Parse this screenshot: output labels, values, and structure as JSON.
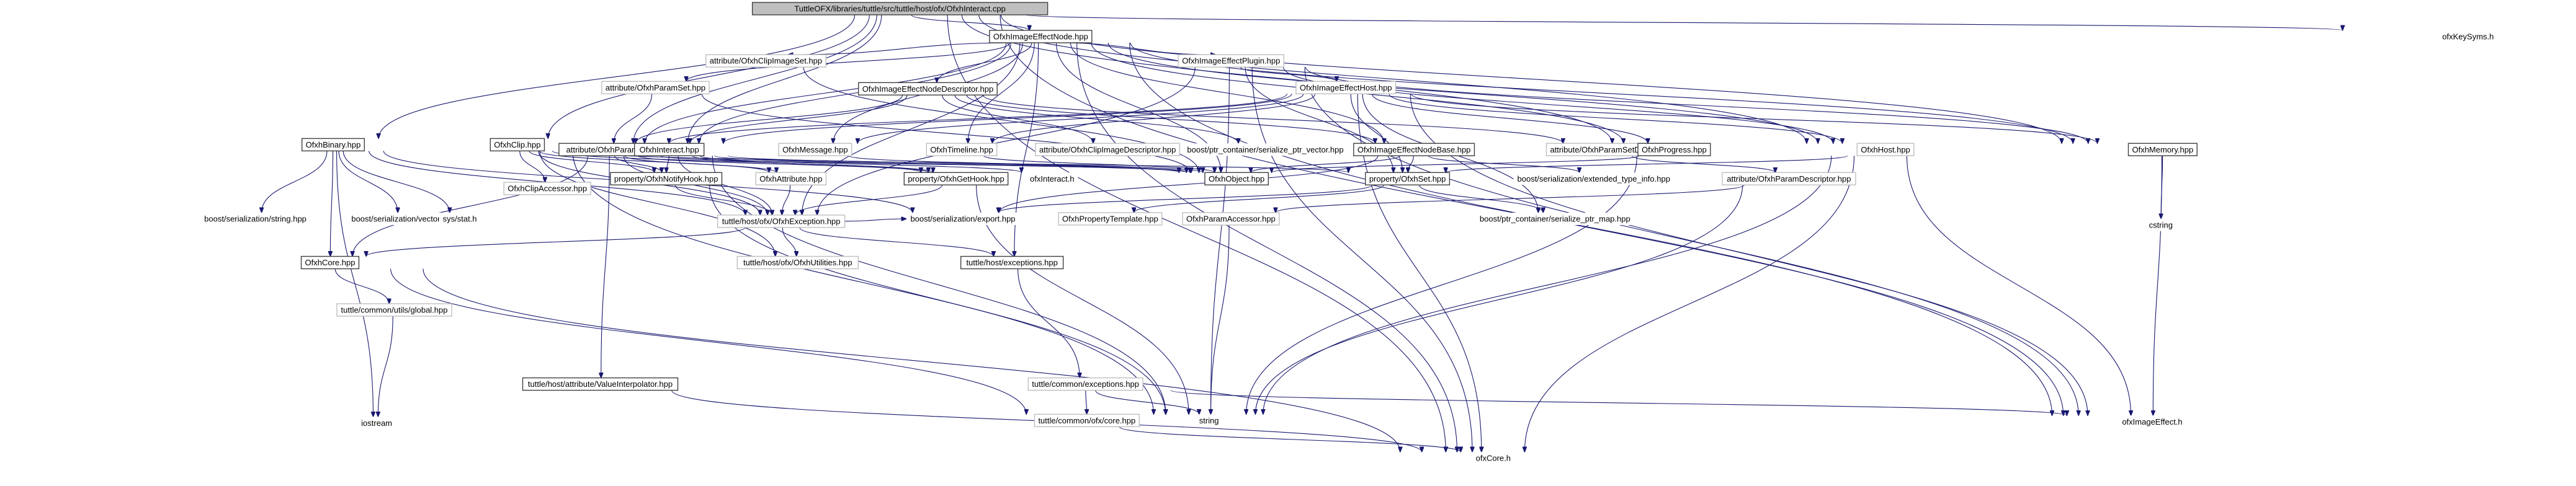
{
  "nodes": {
    "root": {
      "label": "TuttleOFX/libraries/tuttle/src/tuttle/host/ofx/OfxhInteract.cpp",
      "color": "#000000",
      "kind": "root"
    },
    "image_effect_node": {
      "label": "OfxhImageEffectNode.hpp",
      "color": "#000000",
      "kind": "normal"
    },
    "ofx_key_syms": {
      "label": "ofxKeySyms.h",
      "color": "#555555",
      "kind": "plain"
    },
    "clip_image_set": {
      "label": "attribute/OfxhClipImageSet.hpp",
      "color": "#ff0000",
      "kind": "missing"
    },
    "image_effect_plugin": {
      "label": "OfxhImageEffectPlugin.hpp",
      "color": "#ff0000",
      "kind": "missing"
    },
    "param_set": {
      "label": "attribute/OfxhParamSet.hpp",
      "color": "#ff0000",
      "kind": "missing"
    },
    "node_descriptor": {
      "label": "OfxhImageEffectNodeDescriptor.hpp",
      "color": "#000000",
      "kind": "normal"
    },
    "image_effect_host": {
      "label": "OfxhImageEffectHost.hpp",
      "color": "#ff0000",
      "kind": "missing"
    },
    "ofxh_binary": {
      "label": "OfxhBinary.hpp",
      "color": "#000000",
      "kind": "normal"
    },
    "ofxh_clip": {
      "label": "OfxhClip.hpp",
      "color": "#000000",
      "kind": "normal"
    },
    "ofxh_param": {
      "label": "attribute/OfxhParam.hpp",
      "color": "#000000",
      "kind": "normal"
    },
    "ofxh_interact": {
      "label": "OfxhInteract.hpp",
      "color": "#000000",
      "kind": "normal"
    },
    "ofxh_message": {
      "label": "OfxhMessage.hpp",
      "color": "#ff0000",
      "kind": "missing"
    },
    "ofxh_timeline": {
      "label": "OfxhTimeline.hpp",
      "color": "#ff0000",
      "kind": "missing"
    },
    "clip_image_descriptor": {
      "label": "attribute/OfxhClipImageDescriptor.hpp",
      "color": "#ff0000",
      "kind": "missing"
    },
    "serialize_ptr_vector": {
      "label": "boost/ptr_container/serialize_ptr_vector.hpp",
      "color": "#555555",
      "kind": "plain"
    },
    "node_base": {
      "label": "OfxhImageEffectNodeBase.hpp",
      "color": "#000000",
      "kind": "normal"
    },
    "param_set_descriptor": {
      "label": "attribute/OfxhParamSetDescriptor.hpp",
      "color": "#ff0000",
      "kind": "missing"
    },
    "ofxh_progress": {
      "label": "OfxhProgress.hpp",
      "color": "#000000",
      "kind": "normal"
    },
    "ofxh_host": {
      "label": "OfxhHost.hpp",
      "color": "#ff0000",
      "kind": "missing"
    },
    "ofxh_memory": {
      "label": "OfxhMemory.hpp",
      "color": "#000000",
      "kind": "normal"
    },
    "cstring": {
      "label": "cstring",
      "color": "#555555",
      "kind": "plain"
    },
    "clip_accessor": {
      "label": "OfxhClipAccessor.hpp",
      "color": "#ff0000",
      "kind": "missing"
    },
    "notify_hook": {
      "label": "property/OfxhNotifyHook.hpp",
      "color": "#000000",
      "kind": "normal"
    },
    "ofxh_attribute": {
      "label": "OfxhAttribute.hpp",
      "color": "#ff0000",
      "kind": "missing"
    },
    "get_hook": {
      "label": "property/OfxhGetHook.hpp",
      "color": "#000000",
      "kind": "normal"
    },
    "ofx_interact_h": {
      "label": "ofxInteract.h",
      "color": "#555555",
      "kind": "plain"
    },
    "ofxh_object": {
      "label": "OfxhObject.hpp",
      "color": "#000000",
      "kind": "normal"
    },
    "ofxh_set": {
      "label": "property/OfxhSet.hpp",
      "color": "#000000",
      "kind": "normal"
    },
    "extended_type_info": {
      "label": "boost/serialization/extended_type_info.hpp",
      "color": "#555555",
      "kind": "plain"
    },
    "param_descriptor": {
      "label": "attribute/OfxhParamDescriptor.hpp",
      "color": "#ff0000",
      "kind": "missing"
    },
    "ser_string": {
      "label": "boost/serialization/string.hpp",
      "color": "#555555",
      "kind": "plain"
    },
    "ser_vector": {
      "label": "boost/serialization/vector.hpp",
      "color": "#555555",
      "kind": "plain"
    },
    "sys_stat": {
      "label": "sys/stat.h",
      "color": "#555555",
      "kind": "plain"
    },
    "ofxh_exception": {
      "label": "tuttle/host/ofx/OfxhException.hpp",
      "color": "#ff0000",
      "kind": "missing"
    },
    "ser_export": {
      "label": "boost/serialization/export.hpp",
      "color": "#555555",
      "kind": "plain"
    },
    "property_template": {
      "label": "OfxhPropertyTemplate.hpp",
      "color": "#ff0000",
      "kind": "missing"
    },
    "param_accessor": {
      "label": "OfxhParamAccessor.hpp",
      "color": "#ff0000",
      "kind": "missing"
    },
    "serialize_ptr_map": {
      "label": "boost/ptr_container/serialize_ptr_map.hpp",
      "color": "#555555",
      "kind": "plain"
    },
    "ofxh_core": {
      "label": "OfxhCore.hpp",
      "color": "#000000",
      "kind": "normal"
    },
    "ofxh_utilities": {
      "label": "tuttle/host/ofx/OfxhUtilities.hpp",
      "color": "#ff0000",
      "kind": "missing"
    },
    "host_exceptions": {
      "label": "tuttle/host/exceptions.hpp",
      "color": "#000000",
      "kind": "normal"
    },
    "utils_global": {
      "label": "tuttle/common/utils/global.hpp",
      "color": "#ff0000",
      "kind": "missing"
    },
    "value_interpolator": {
      "label": "tuttle/host/attribute/ValueInterpolator.hpp",
      "color": "#000000",
      "kind": "normal"
    },
    "common_exceptions": {
      "label": "tuttle/common/exceptions.hpp",
      "color": "#ff0000",
      "kind": "missing"
    },
    "iostream": {
      "label": "iostream",
      "color": "#555555",
      "kind": "plain"
    },
    "ofx_core_hpp": {
      "label": "tuttle/common/ofx/core.hpp",
      "color": "#ff0000",
      "kind": "missing"
    },
    "string": {
      "label": "string",
      "color": "#555555",
      "kind": "plain"
    },
    "ofx_image_effect_h": {
      "label": "ofxImageEffect.h",
      "color": "#555555",
      "kind": "plain"
    },
    "ofx_core_h": {
      "label": "ofxCore.h",
      "color": "#555555",
      "kind": "plain"
    }
  },
  "edges": [
    [
      "root",
      "image_effect_node"
    ],
    [
      "root",
      "ofx_key_syms"
    ],
    [
      "root",
      "ofxh_binary"
    ],
    [
      "root",
      "ofxh_clip"
    ],
    [
      "root",
      "ofxh_interact"
    ],
    [
      "root",
      "ofxh_memory"
    ],
    [
      "root",
      "ofx_image_effect_h"
    ],
    [
      "root",
      "ofx_core_h"
    ],
    [
      "root",
      "ofxh_host"
    ],
    [
      "root",
      "ofxh_progress"
    ],
    [
      "root",
      "ofxh_param"
    ],
    [
      "image_effect_node",
      "clip_image_set"
    ],
    [
      "image_effect_node",
      "image_effect_plugin"
    ],
    [
      "image_effect_node",
      "param_set"
    ],
    [
      "image_effect_node",
      "node_descriptor"
    ],
    [
      "image_effect_node",
      "ofxh_interact"
    ],
    [
      "image_effect_node",
      "ofxh_message"
    ],
    [
      "image_effect_node",
      "ofxh_timeline"
    ],
    [
      "image_effect_node",
      "node_base"
    ],
    [
      "image_effect_node",
      "ofxh_progress"
    ],
    [
      "image_effect_node",
      "ofxh_host"
    ],
    [
      "image_effect_node",
      "ofxh_memory"
    ],
    [
      "image_effect_node",
      "ofx_image_effect_h"
    ],
    [
      "image_effect_node",
      "host_exceptions"
    ],
    [
      "image_effect_node",
      "ofx_core_h"
    ],
    [
      "image_effect_node",
      "ofxh_object"
    ],
    [
      "image_effect_node",
      "ofxh_param"
    ],
    [
      "image_effect_node",
      "ofxh_exception"
    ],
    [
      "clip_image_set",
      "ofxh_object"
    ],
    [
      "param_set",
      "ofxh_param"
    ],
    [
      "param_set",
      "ofxh_object"
    ],
    [
      "image_effect_plugin",
      "image_effect_host"
    ],
    [
      "image_effect_plugin",
      "ofxh_host"
    ],
    [
      "image_effect_plugin",
      "ofxh_memory"
    ],
    [
      "image_effect_plugin",
      "ofx_image_effect_h"
    ],
    [
      "image_effect_plugin",
      "ofxh_set"
    ],
    [
      "image_effect_plugin",
      "string"
    ],
    [
      "image_effect_plugin",
      "ofx_core_h"
    ],
    [
      "image_effect_plugin",
      "ofxh_exception"
    ],
    [
      "node_descriptor",
      "clip_image_descriptor"
    ],
    [
      "node_descriptor",
      "serialize_ptr_vector"
    ],
    [
      "node_descriptor",
      "node_base"
    ],
    [
      "node_descriptor",
      "param_set_descriptor"
    ],
    [
      "node_descriptor",
      "ofxh_param"
    ],
    [
      "node_descriptor",
      "ofxh_interact"
    ],
    [
      "image_effect_host",
      "ofxh_host"
    ],
    [
      "image_effect_host",
      "ofxh_memory"
    ],
    [
      "image_effect_host",
      "ofxh_progress"
    ],
    [
      "image_effect_host",
      "ofxh_timeline"
    ],
    [
      "image_effect_host",
      "ofxh_message"
    ],
    [
      "image_effect_host",
      "ofxh_interact"
    ],
    [
      "image_effect_host",
      "ofxh_param"
    ],
    [
      "image_effect_host",
      "ofx_image_effect_h"
    ],
    [
      "image_effect_host",
      "ofx_core_h"
    ],
    [
      "image_effect_host",
      "serialize_ptr_map"
    ],
    [
      "image_effect_host",
      "ofxh_set"
    ],
    [
      "ofxh_binary",
      "ser_string"
    ],
    [
      "ofxh_binary",
      "ser_vector"
    ],
    [
      "ofxh_binary",
      "sys_stat"
    ],
    [
      "ofxh_binary",
      "ofxh_exception"
    ],
    [
      "ofxh_binary",
      "ofxh_core"
    ],
    [
      "ofxh_binary",
      "iostream"
    ],
    [
      "ofxh_binary",
      "ser_export"
    ],
    [
      "ofxh_clip",
      "clip_accessor"
    ],
    [
      "ofxh_clip",
      "ofxh_attribute"
    ],
    [
      "ofxh_clip",
      "notify_hook"
    ],
    [
      "ofxh_clip",
      "get_hook"
    ],
    [
      "ofxh_clip",
      "ofxh_exception"
    ],
    [
      "ofxh_clip",
      "ofxh_object"
    ],
    [
      "ofxh_clip",
      "ofxh_utilities"
    ],
    [
      "ofxh_clip",
      "string"
    ],
    [
      "ofxh_param",
      "notify_hook"
    ],
    [
      "ofxh_param",
      "ofxh_attribute"
    ],
    [
      "ofxh_param",
      "get_hook"
    ],
    [
      "ofxh_param",
      "ofxh_core"
    ],
    [
      "ofxh_param",
      "value_interpolator"
    ],
    [
      "ofxh_param",
      "ofxh_exception"
    ],
    [
      "ofxh_param",
      "ofxh_object"
    ],
    [
      "ofxh_interact",
      "notify_hook"
    ],
    [
      "ofxh_interact",
      "get_hook"
    ],
    [
      "ofxh_interact",
      "ofx_interact_h"
    ],
    [
      "ofxh_interact",
      "ofxh_object"
    ],
    [
      "ofxh_interact",
      "ofxh_set"
    ],
    [
      "ofxh_interact",
      "ofxh_exception"
    ],
    [
      "ofxh_interact",
      "string"
    ],
    [
      "ofxh_message",
      "ofxh_object"
    ],
    [
      "ofxh_timeline",
      "ofxh_object"
    ],
    [
      "node_base",
      "ofxh_object"
    ],
    [
      "node_base",
      "ofxh_set"
    ],
    [
      "node_base",
      "extended_type_info"
    ],
    [
      "node_base",
      "ser_export"
    ],
    [
      "param_set_descriptor",
      "param_descriptor"
    ],
    [
      "ofxh_progress",
      "ofxh_object"
    ],
    [
      "ofxh_progress",
      "string"
    ],
    [
      "ofxh_host",
      "ofxh_set"
    ],
    [
      "ofxh_host",
      "ofx_image_effect_h"
    ],
    [
      "ofxh_host",
      "ofx_core_h"
    ],
    [
      "ofxh_host",
      "string"
    ],
    [
      "ofxh_memory",
      "cstring"
    ],
    [
      "ofxh_memory",
      "ofx_image_effect_h"
    ],
    [
      "notify_hook",
      "ofxh_exception"
    ],
    [
      "notify_hook",
      "string"
    ],
    [
      "ofxh_attribute",
      "ofxh_exception"
    ],
    [
      "get_hook",
      "ofxh_exception"
    ],
    [
      "get_hook",
      "string"
    ],
    [
      "ofxh_set",
      "property_template"
    ],
    [
      "ofxh_set",
      "serialize_ptr_map"
    ],
    [
      "ofxh_set",
      "ser_export"
    ],
    [
      "param_descriptor",
      "param_accessor"
    ],
    [
      "param_descriptor",
      "string"
    ],
    [
      "ofxh_exception",
      "ofxh_core"
    ],
    [
      "ofxh_exception",
      "ofxh_utilities"
    ],
    [
      "ofxh_exception",
      "host_exceptions"
    ],
    [
      "ofxh_exception",
      "ser_export"
    ],
    [
      "param_accessor",
      "string"
    ],
    [
      "ofxh_core",
      "utils_global"
    ],
    [
      "ofxh_core",
      "ofx_core_hpp"
    ],
    [
      "ofxh_core",
      "ofx_core_h"
    ],
    [
      "host_exceptions",
      "common_exceptions"
    ],
    [
      "value_interpolator",
      "ofx_core_h"
    ],
    [
      "utils_global",
      "iostream"
    ],
    [
      "common_exceptions",
      "ofx_core_hpp"
    ],
    [
      "common_exceptions",
      "string"
    ],
    [
      "common_exceptions",
      "ofx_image_effect_h"
    ],
    [
      "ofx_core_hpp",
      "ofx_core_h"
    ]
  ]
}
